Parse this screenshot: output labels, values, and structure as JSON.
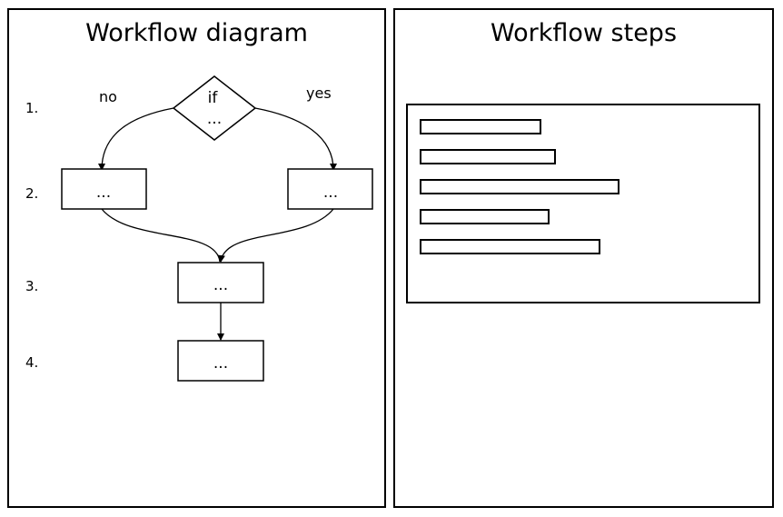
{
  "left_panel": {
    "title": "Workflow diagram",
    "step_numbers": [
      "1.",
      "2.",
      "3.",
      "4."
    ],
    "decision": {
      "line1": "if",
      "line2": "..."
    },
    "branch_labels": {
      "no": "no",
      "yes": "yes"
    },
    "nodes": {
      "step2_left": "...",
      "step2_right": "...",
      "step3": "...",
      "step4": "..."
    }
  },
  "right_panel": {
    "title": "Workflow steps",
    "step_bar_count": 5
  }
}
